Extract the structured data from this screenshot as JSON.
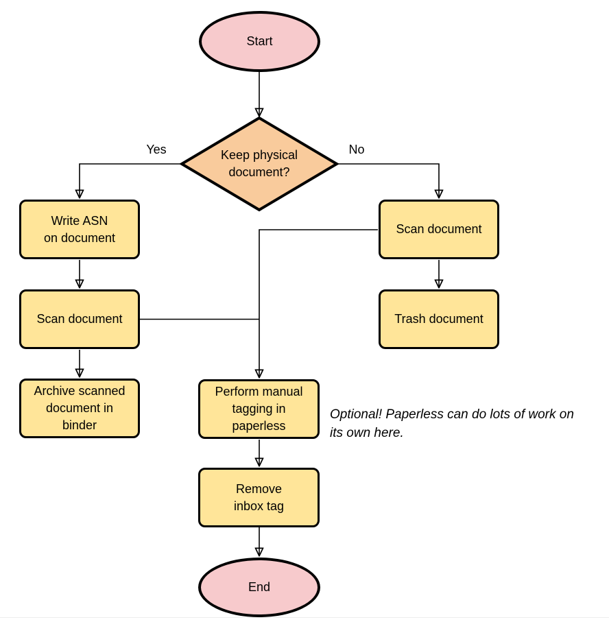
{
  "diagram": {
    "nodes": {
      "start": {
        "label": "Start"
      },
      "decision": {
        "label": "Keep physical\ndocument?"
      },
      "write_asn": {
        "label": "Write ASN\non document"
      },
      "scan_left": {
        "label": "Scan document"
      },
      "archive": {
        "label": "Archive scanned\ndocument in\nbinder"
      },
      "scan_right": {
        "label": "Scan document"
      },
      "trash": {
        "label": "Trash document"
      },
      "perform_tagging": {
        "label": "Perform manual\ntagging in\npaperless"
      },
      "remove_inbox": {
        "label": "Remove\ninbox tag"
      },
      "end": {
        "label": "End"
      }
    },
    "edge_labels": {
      "yes": "Yes",
      "no": "No"
    },
    "annotation": "Optional! Paperless can do lots of work on\nits own here.",
    "colors": {
      "terminal_fill": "#F7CACC",
      "decision_fill": "#F9CB9C",
      "process_fill": "#FFE599",
      "stroke": "#000000"
    }
  }
}
